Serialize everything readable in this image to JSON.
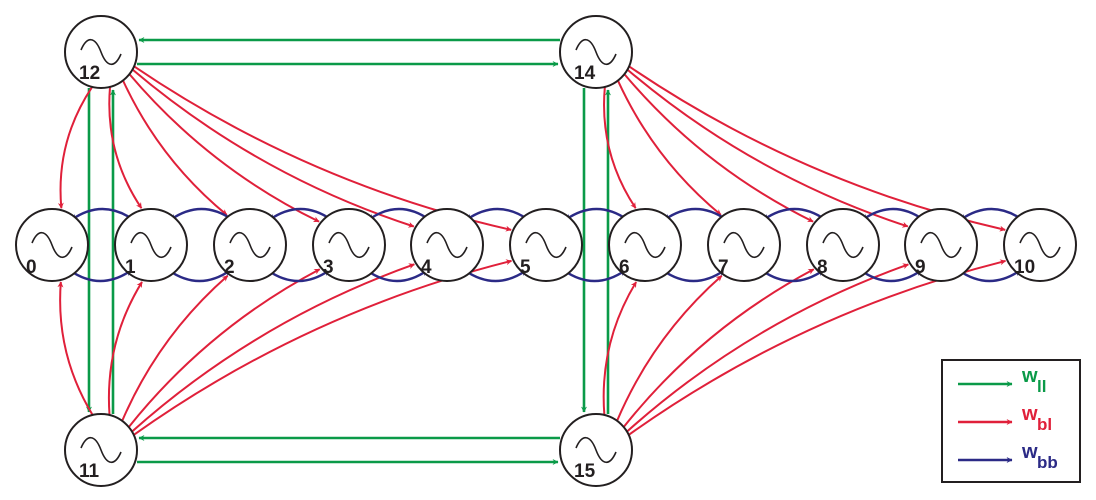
{
  "colors": {
    "wll": "#0a9a48",
    "wbl": "#e0203a",
    "wbb": "#2b2a86",
    "node_stroke": "#231f20"
  },
  "node_icon": "sine-wave-oscillator-icon",
  "nodes": [
    {
      "id": "0",
      "label": "0"
    },
    {
      "id": "1",
      "label": "1"
    },
    {
      "id": "2",
      "label": "2"
    },
    {
      "id": "3",
      "label": "3"
    },
    {
      "id": "4",
      "label": "4"
    },
    {
      "id": "5",
      "label": "5"
    },
    {
      "id": "6",
      "label": "6"
    },
    {
      "id": "7",
      "label": "7"
    },
    {
      "id": "8",
      "label": "8"
    },
    {
      "id": "9",
      "label": "9"
    },
    {
      "id": "10",
      "label": "10"
    },
    {
      "id": "11",
      "label": "11"
    },
    {
      "id": "12",
      "label": "12"
    },
    {
      "id": "14",
      "label": "14"
    },
    {
      "id": "15",
      "label": "15"
    }
  ],
  "edges": {
    "wll": [
      [
        "12",
        "11"
      ],
      [
        "11",
        "12"
      ],
      [
        "12",
        "14"
      ],
      [
        "14",
        "12"
      ],
      [
        "14",
        "15"
      ],
      [
        "15",
        "14"
      ],
      [
        "11",
        "15"
      ],
      [
        "15",
        "11"
      ]
    ],
    "wbl": [
      [
        "12",
        "0"
      ],
      [
        "12",
        "1"
      ],
      [
        "12",
        "2"
      ],
      [
        "12",
        "3"
      ],
      [
        "12",
        "4"
      ],
      [
        "12",
        "5"
      ],
      [
        "11",
        "0"
      ],
      [
        "11",
        "1"
      ],
      [
        "11",
        "2"
      ],
      [
        "11",
        "3"
      ],
      [
        "11",
        "4"
      ],
      [
        "11",
        "5"
      ],
      [
        "14",
        "6"
      ],
      [
        "14",
        "7"
      ],
      [
        "14",
        "8"
      ],
      [
        "14",
        "9"
      ],
      [
        "14",
        "10"
      ],
      [
        "15",
        "6"
      ],
      [
        "15",
        "7"
      ],
      [
        "15",
        "8"
      ],
      [
        "15",
        "9"
      ],
      [
        "15",
        "10"
      ]
    ],
    "wbb": [
      [
        "0",
        "1"
      ],
      [
        "1",
        "2"
      ],
      [
        "2",
        "3"
      ],
      [
        "3",
        "4"
      ],
      [
        "4",
        "5"
      ],
      [
        "5",
        "6"
      ],
      [
        "6",
        "7"
      ],
      [
        "7",
        "8"
      ],
      [
        "8",
        "9"
      ],
      [
        "9",
        "10"
      ],
      [
        "1",
        "0"
      ],
      [
        "2",
        "1"
      ],
      [
        "3",
        "2"
      ],
      [
        "4",
        "3"
      ],
      [
        "5",
        "4"
      ],
      [
        "6",
        "5"
      ],
      [
        "7",
        "6"
      ],
      [
        "8",
        "7"
      ],
      [
        "9",
        "8"
      ],
      [
        "10",
        "9"
      ]
    ]
  },
  "legend": [
    {
      "key": "wll",
      "w": "w",
      "sub": "ll"
    },
    {
      "key": "wbl",
      "w": "w",
      "sub": "bl"
    },
    {
      "key": "wbb",
      "w": "w",
      "sub": "bb"
    }
  ]
}
